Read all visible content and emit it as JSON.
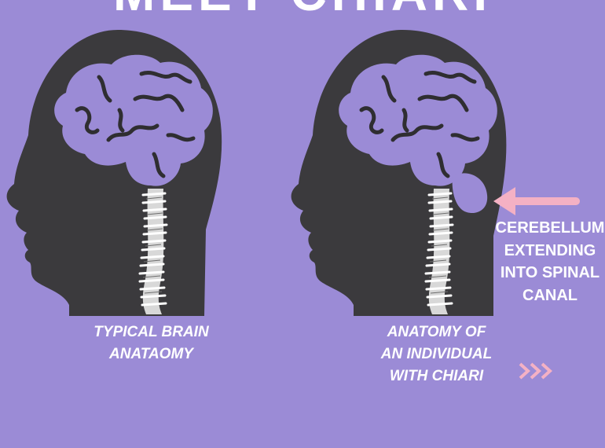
{
  "banner": {
    "title": "MEET CHIARI"
  },
  "colors": {
    "background": "#9b8bd6",
    "head": "#3b3a3d",
    "brain": "#9b8bd6",
    "fold": "#2f2e31",
    "arrow": "#f4b1c4",
    "text": "#ffffff"
  },
  "panels": {
    "typical": {
      "caption_lines": [
        "TYPICAL BRAIN",
        "ANATAOMY"
      ]
    },
    "chiari": {
      "caption_lines": [
        "ANATOMY OF",
        "AN INDIVIDUAL",
        "WITH CHIARI"
      ]
    }
  },
  "callout": {
    "lines": [
      "CEREBELLUM",
      "EXTENDING",
      "INTO SPINAL",
      "CANAL"
    ],
    "arrow_icon": "left-arrow-icon"
  },
  "next_icon": "triple-chevron-right-icon"
}
